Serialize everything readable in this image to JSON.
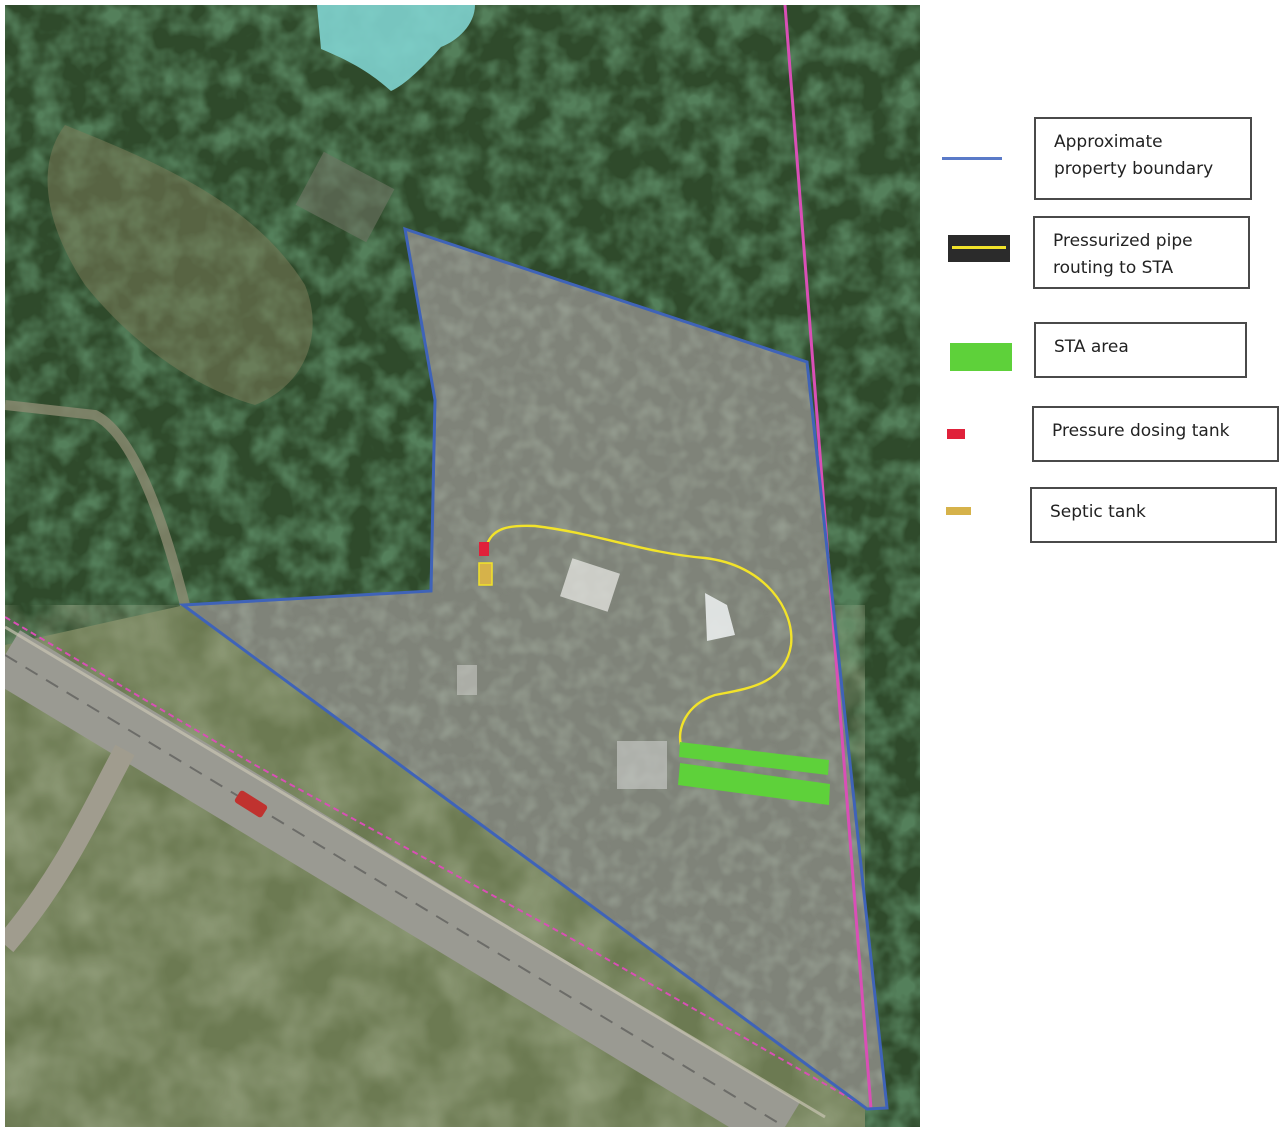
{
  "map": {
    "colors": {
      "property_boundary": "#3f63b8",
      "parcel_line": "#d94fb6",
      "pipe": "#f2e32a",
      "sta_area": "#5ed13a",
      "dosing_tank": "#e0213a",
      "septic_tank": "#d6b24a"
    }
  },
  "legend": {
    "items": [
      {
        "key": "approx-property-boundary",
        "lines": [
          "Approximate",
          "property boundary"
        ],
        "symbol": "blue-line"
      },
      {
        "key": "pressurized-pipe",
        "lines": [
          "Pressurized pipe",
          "routing to STA"
        ],
        "symbol": "yellow-line-on-black"
      },
      {
        "key": "sta-area",
        "lines": [
          "STA area"
        ],
        "symbol": "green-rectangle"
      },
      {
        "key": "pressure-dosing-tank",
        "lines": [
          "Pressure dosing tank"
        ],
        "symbol": "red-rectangle"
      },
      {
        "key": "septic-tank",
        "lines": [
          "Septic tank"
        ],
        "symbol": "tan-rectangle"
      }
    ]
  }
}
